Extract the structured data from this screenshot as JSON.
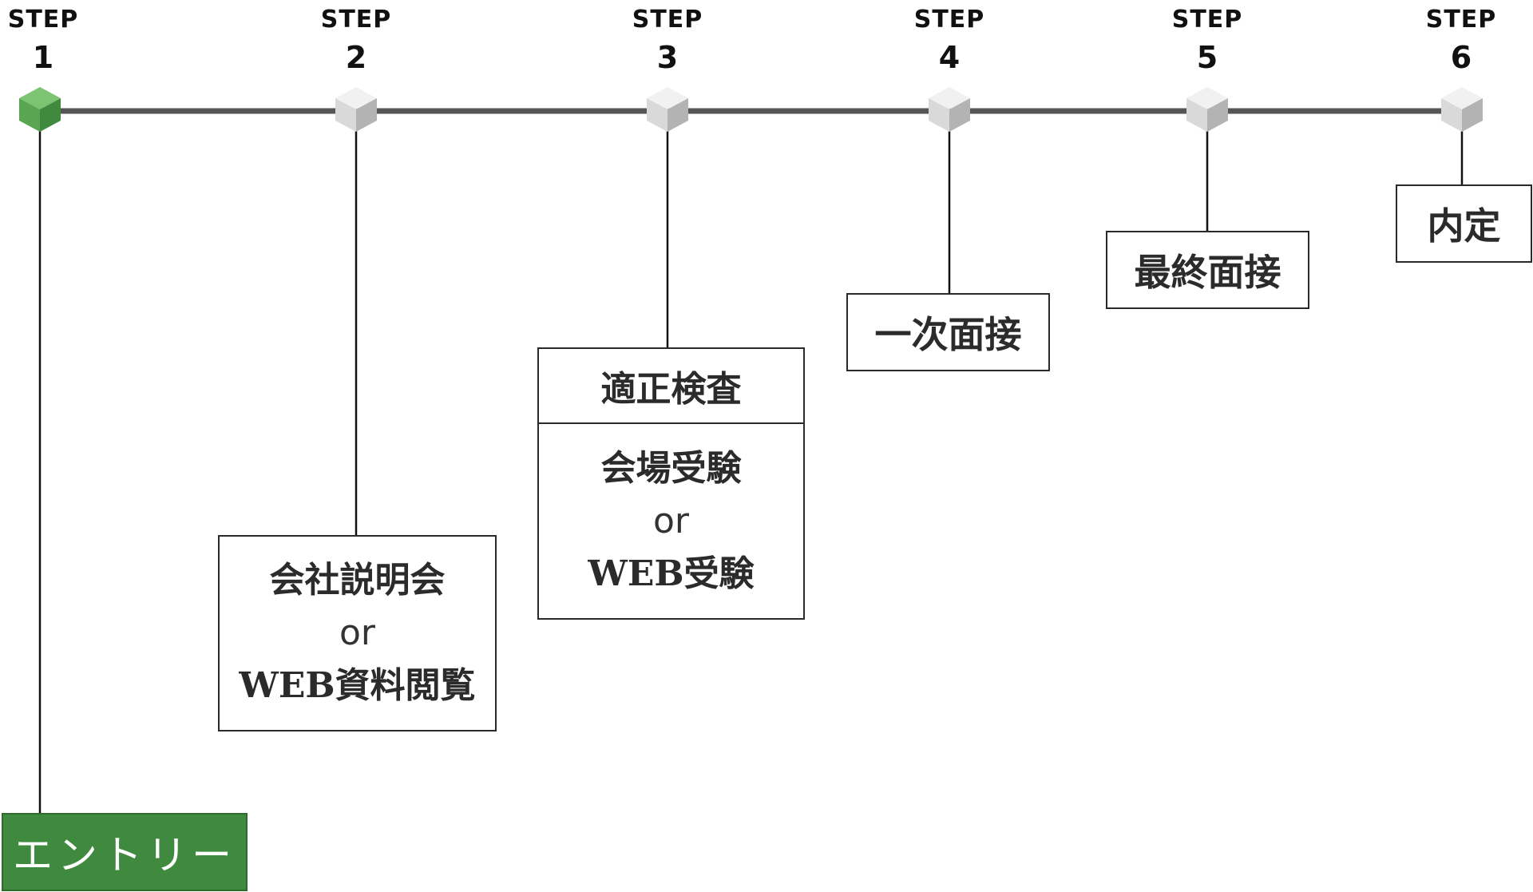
{
  "steps": [
    {
      "word": "STEP",
      "number": "1",
      "active": true
    },
    {
      "word": "STEP",
      "number": "2",
      "active": false
    },
    {
      "word": "STEP",
      "number": "3",
      "active": false
    },
    {
      "word": "STEP",
      "number": "4",
      "active": false
    },
    {
      "word": "STEP",
      "number": "5",
      "active": false
    },
    {
      "word": "STEP",
      "number": "6",
      "active": false
    }
  ],
  "boxes": {
    "entry": {
      "label": "エントリー"
    },
    "step2": {
      "line1": "会社説明会",
      "or": "or",
      "line3": "WEB資料閲覧"
    },
    "step3": {
      "title": "適正検査",
      "line1": "会場受験",
      "or": "or",
      "line3": "WEB受験"
    },
    "step4": {
      "label": "一次面接"
    },
    "step5": {
      "label": "最終面接"
    },
    "step6": {
      "label": "内定"
    }
  },
  "colors": {
    "active_node": "#5aa552",
    "inactive_node": "#d9d9d9",
    "timeline": "#555555",
    "entry_fill": "#3f8a3e"
  }
}
